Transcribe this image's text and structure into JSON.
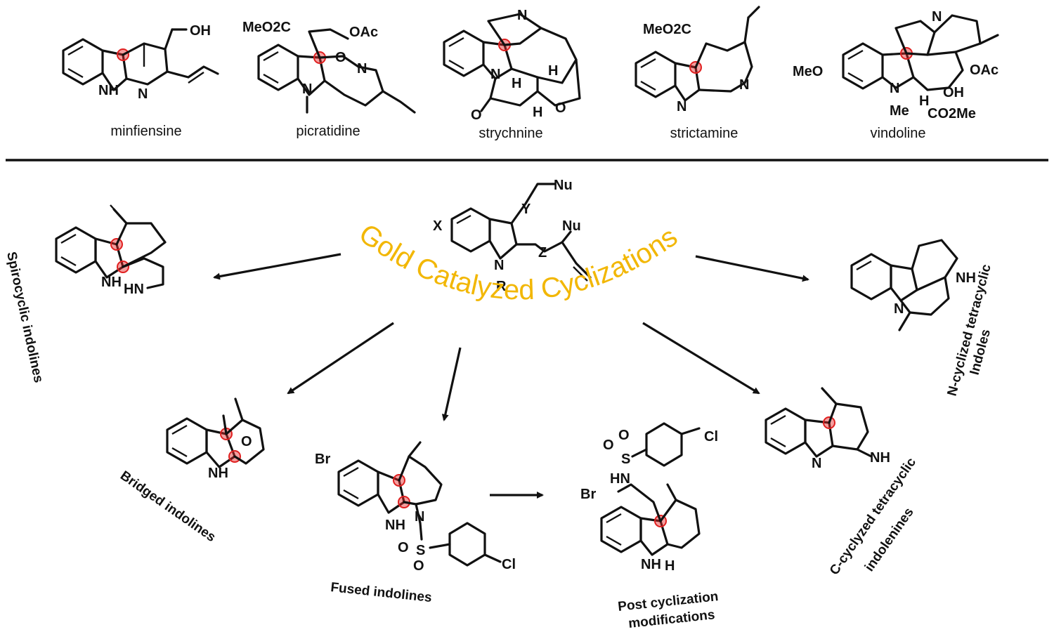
{
  "natural_products": [
    {
      "name": "minfiensine"
    },
    {
      "name": "picratidine"
    },
    {
      "name": "strychnine"
    },
    {
      "name": "strictamine"
    },
    {
      "name": "vindoline"
    }
  ],
  "central_title": "Gold Catalyzed Cyclizations",
  "substrate_atoms": {
    "x": "X",
    "y": "Y",
    "z": "Z",
    "nu1": "Nu",
    "nu2": "Nu",
    "n": "N",
    "r": "R"
  },
  "categories": {
    "spirocyclic": "Spirocyclic indolines",
    "bridged": "Bridged indolines",
    "fused": "Fused indolines",
    "post1": "Post cyclization",
    "post2": "modifications",
    "ccyc1": "C-cyclyzed tetracyclic",
    "ccyc2": "indolenines",
    "ncyc1": "N-cyclized tetracyclic",
    "ncyc2": "Indoles"
  },
  "atoms": {
    "oh": "OH",
    "nh": "NH",
    "h": "H",
    "n": "N",
    "o": "O",
    "meo2c": "MeO2C",
    "oac": "OAc",
    "meo": "MeO",
    "me": "Me",
    "co2me": "CO2Me",
    "hn": "HN",
    "br": "Br",
    "cl": "Cl",
    "s": "S"
  },
  "colors": {
    "gold": "#f2b705",
    "green": "#9ee89a",
    "red": "#f5a5a5",
    "blue": "#a8a8f0",
    "mark": "#e02020"
  }
}
